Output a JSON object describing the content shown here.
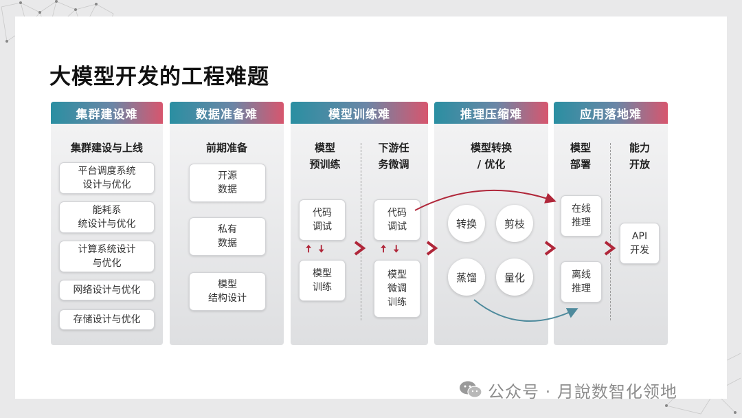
{
  "title": "大模型开发的工程难题",
  "columns": [
    {
      "header": "集群建设难",
      "subtitle": "集群建设与上线",
      "items": [
        "平台调度系统",
        "设计与优化",
        "能耗系",
        "统设计与优化",
        "计算系统设计",
        "与优化",
        "网络设计与优化",
        "存储设计与优化"
      ]
    },
    {
      "header": "数据准备难",
      "subtitle": "前期准备",
      "items": [
        "开源",
        "数据",
        "私有",
        "数据",
        "模型",
        "结构设计"
      ]
    },
    {
      "header": "模型训练难",
      "left": {
        "subtitle_1": "模型",
        "subtitle_2": "预训练",
        "top_1": "代码",
        "top_2": "调试",
        "bottom_1": "模型",
        "bottom_2": "训练"
      },
      "right": {
        "subtitle_1": "下游任",
        "subtitle_2": "务微调",
        "top_1": "代码",
        "top_2": "调试",
        "bottom_1": "模型",
        "bottom_2": "微调",
        "bottom_3": "训练"
      }
    },
    {
      "header": "推理压缩难",
      "subtitle_1": "模型转换",
      "subtitle_2": "/ 优化",
      "circles": [
        "转换",
        "剪枝",
        "蒸馏",
        "量化"
      ]
    },
    {
      "header": "应用落地难",
      "left": {
        "subtitle_1": "模型",
        "subtitle_2": "部署",
        "top_1": "在线",
        "top_2": "推理",
        "bottom_1": "离线",
        "bottom_2": "推理"
      },
      "right": {
        "subtitle_1": "能力",
        "subtitle_2": "开放",
        "box_1": "API",
        "box_2": "开发"
      }
    }
  ],
  "watermark": "公众号 · 月說数智化领地",
  "colors": {
    "teal": "#2a8fa2",
    "red": "#b0273a",
    "arrow_blue": "#4e8a9c"
  }
}
